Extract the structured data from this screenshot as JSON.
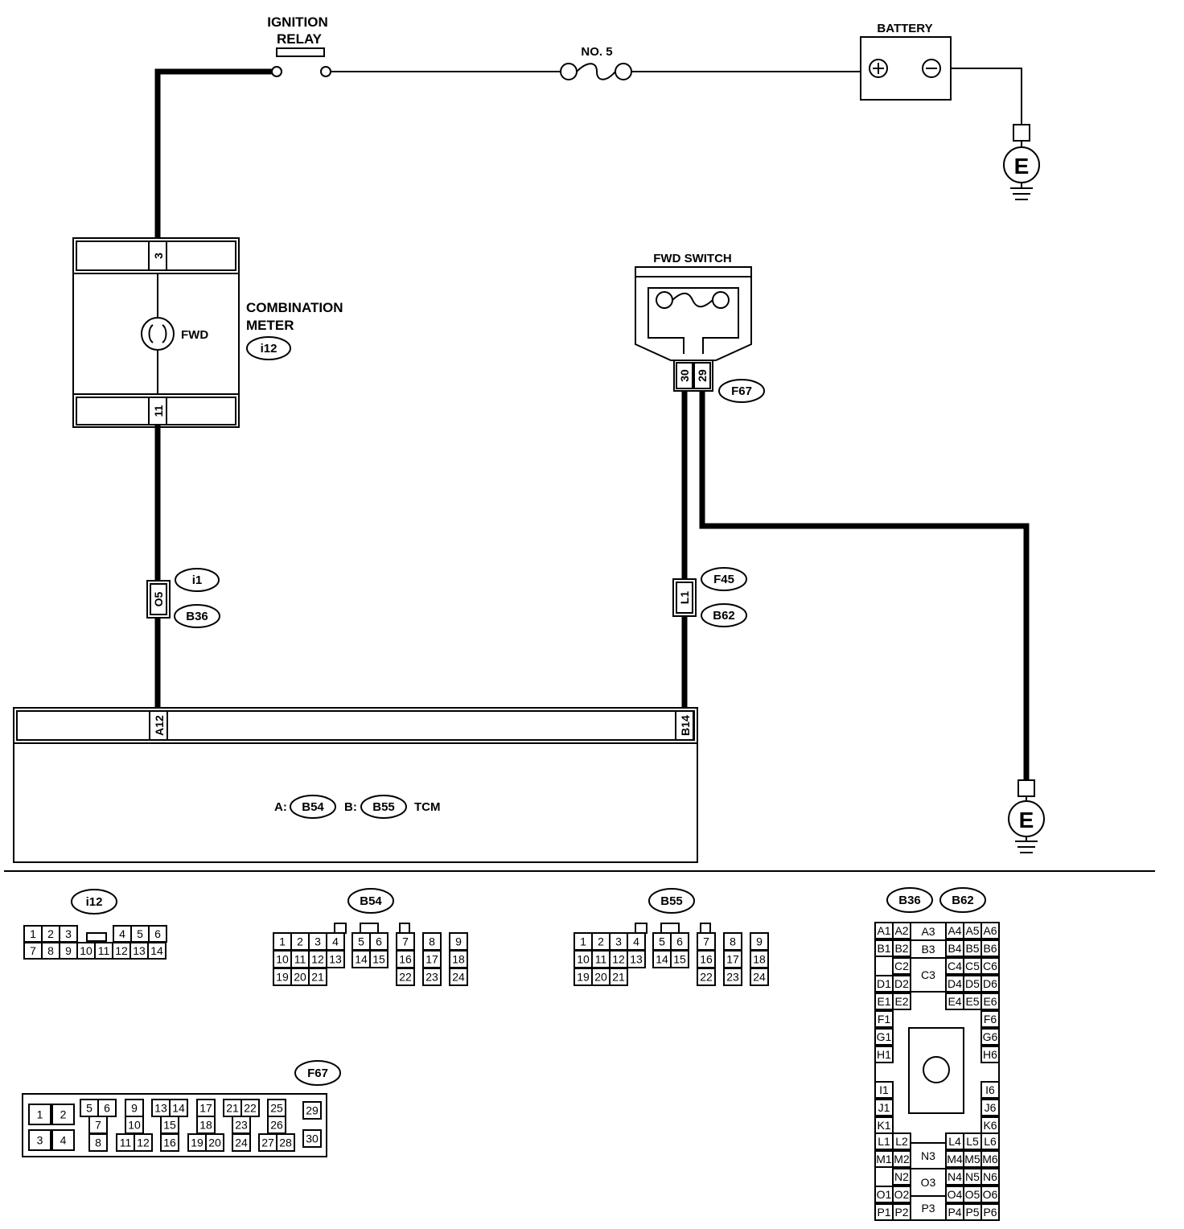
{
  "components": {
    "ignition_relay": {
      "line1": "IGNITION",
      "line2": "RELAY"
    },
    "fuse": {
      "label": "NO. 5"
    },
    "battery": {
      "label": "BATTERY",
      "plus": "+",
      "minus": "−"
    },
    "ground_label": "E",
    "combination_meter": {
      "line1": "COMBINATION",
      "line2": "METER",
      "connector": "i12",
      "lamp_label": "FWD",
      "pin_top": "3",
      "pin_bottom": "11"
    },
    "fwd_switch": {
      "label": "FWD SWITCH",
      "connector": "F67",
      "pin_a": "30",
      "pin_b": "29"
    },
    "joint_left": {
      "pin": "O5",
      "tag_top": "i1",
      "tag_bottom": "B36"
    },
    "joint_right": {
      "pin": "L1",
      "tag_top": "F45",
      "tag_bottom": "B62"
    },
    "tcm": {
      "pin_a": "A12",
      "pin_b": "B14",
      "a_prefix": "A:",
      "a_conn": "B54",
      "b_prefix": "B:",
      "b_conn": "B55",
      "name": "TCM"
    }
  },
  "connector_views": {
    "i12": {
      "title": "i12",
      "row1": [
        "1",
        "2",
        "3",
        "4",
        "5",
        "6"
      ],
      "row2": [
        "7",
        "8",
        "9",
        "10",
        "11",
        "12",
        "13",
        "14"
      ]
    },
    "b54": {
      "title": "B54",
      "row1": [
        "1",
        "2",
        "3",
        "4",
        "5",
        "6",
        "7",
        "8",
        "9"
      ],
      "row2": [
        "10",
        "11",
        "12",
        "13",
        "14",
        "15",
        "16",
        "17",
        "18"
      ],
      "row3": [
        "19",
        "20",
        "21",
        "22",
        "23",
        "24"
      ]
    },
    "b55": {
      "title": "B55",
      "row1": [
        "1",
        "2",
        "3",
        "4",
        "5",
        "6",
        "7",
        "8",
        "9"
      ],
      "row2": [
        "10",
        "11",
        "12",
        "13",
        "14",
        "15",
        "16",
        "17",
        "18"
      ],
      "row3": [
        "19",
        "20",
        "21",
        "22",
        "23",
        "24"
      ]
    },
    "f67": {
      "title": "F67",
      "cells": [
        "1",
        "2",
        "3",
        "4",
        "5",
        "6",
        "7",
        "8",
        "9",
        "10",
        "11",
        "12",
        "13",
        "14",
        "15",
        "16",
        "17",
        "18",
        "19",
        "20",
        "21",
        "22",
        "23",
        "24",
        "25",
        "26",
        "27",
        "28",
        "29",
        "30"
      ]
    },
    "b36_b62": {
      "title_a": "B36",
      "title_b": "B62",
      "cells": [
        "A1",
        "A2",
        "A3",
        "A4",
        "A5",
        "A6",
        "B1",
        "B2",
        "B3",
        "B4",
        "B5",
        "B6",
        "C2",
        "C3",
        "C4",
        "C5",
        "C6",
        "D1",
        "D2",
        "D4",
        "D5",
        "D6",
        "E1",
        "E2",
        "E4",
        "E5",
        "E6",
        "F1",
        "F6",
        "G1",
        "G6",
        "H1",
        "H6",
        "I1",
        "I6",
        "J1",
        "J6",
        "K1",
        "K6",
        "L1",
        "L2",
        "L4",
        "L5",
        "L6",
        "M1",
        "M2",
        "N3",
        "M4",
        "M5",
        "M6",
        "N2",
        "N4",
        "N5",
        "N6",
        "O3",
        "O1",
        "O2",
        "O4",
        "O5",
        "O6",
        "P1",
        "P2",
        "P3",
        "P4",
        "P5",
        "P6"
      ]
    }
  }
}
